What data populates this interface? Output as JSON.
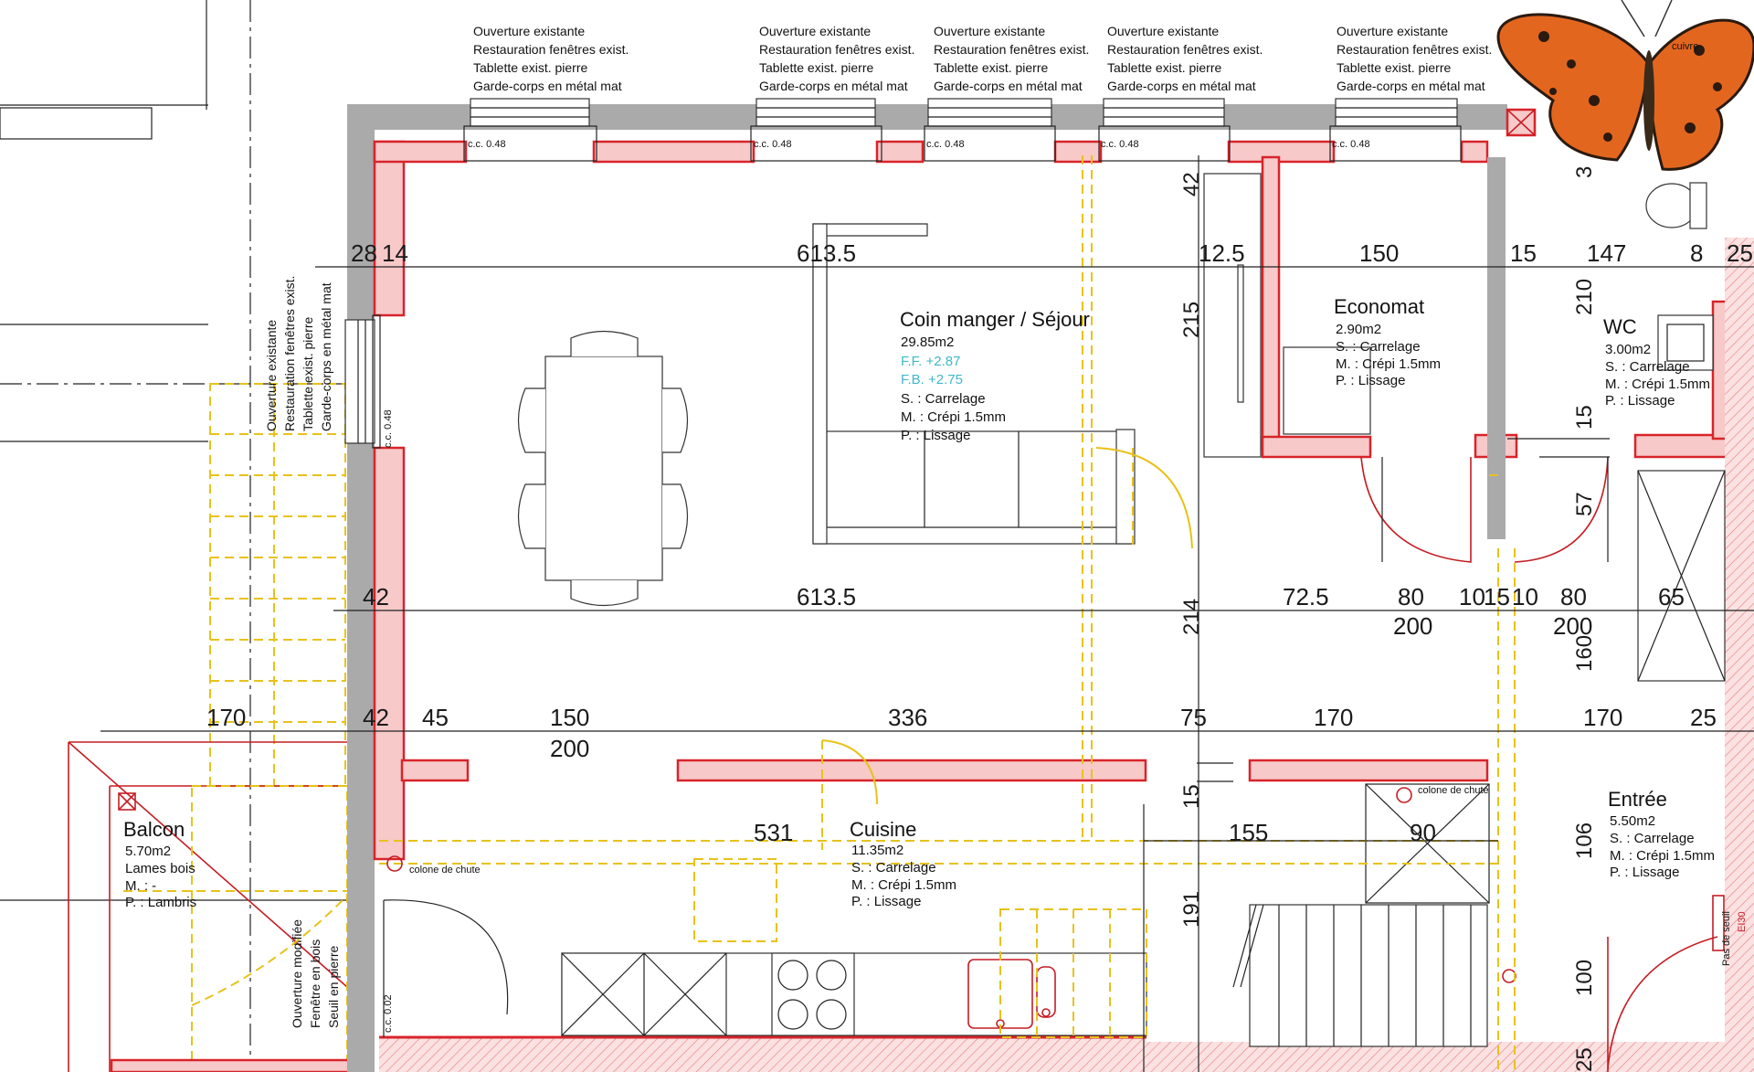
{
  "notes": {
    "window_note": [
      "Ouverture existante",
      "Restauration fenêtres exist.",
      "Tablette exist. pierre",
      "Garde-corps en métal mat"
    ],
    "left_window_note": [
      "Ouverture existante",
      "Restauration fenêtres exist.",
      "Tablette exist. pierre",
      "Garde-corps en métal mat"
    ],
    "balcony_door_note": [
      "Ouverture modifiée",
      "Fenêtre en bois",
      "Seuil en pierre"
    ],
    "cuivre": "cuivre",
    "colone_de_chute": "colone de chute",
    "pas_de_seuil": "Pas de seuil",
    "cc_048": "c.c. 0.48",
    "cc_002": "c.c. 0.02",
    "ei30": "EI30"
  },
  "rooms": {
    "sejour": {
      "name": "Coin manger / Séjour",
      "area": "29.85m2",
      "ff": "F.F. +2.87",
      "fb": "F.B. +2.75",
      "s": "S. : Carrelage",
      "m": "M. : Crépi 1.5mm",
      "p": "P. : Lissage"
    },
    "economat": {
      "name": "Economat",
      "area": "2.90m2",
      "s": "S. : Carrelage",
      "m": "M. : Crépi 1.5mm",
      "p": "P. : Lissage"
    },
    "wc": {
      "name": "WC",
      "area": "3.00m2",
      "s": "S. : Carrelage",
      "m": "M. : Crépi 1.5mm",
      "p": "P. : Lissage"
    },
    "balcon": {
      "name": "Balcon",
      "area": "5.70m2",
      "s": "Lames bois",
      "m": "M. : -",
      "p": "P. : Lambris"
    },
    "cuisine": {
      "name": "Cuisine",
      "area": "11.35m2",
      "s": "S. : Carrelage",
      "m": "M. : Crépi 1.5mm",
      "p": "P. : Lissage"
    },
    "entree": {
      "name": "Entrée",
      "area": "5.50m2",
      "s": "S. : Carrelage",
      "m": "M. : Crépi 1.5mm",
      "p": "P. : Lissage"
    }
  },
  "dims": {
    "row1": [
      "28",
      "14",
      "613.5",
      "12.5",
      "150",
      "15",
      "147",
      "8",
      "25"
    ],
    "row2": [
      "42",
      "613.5",
      "72.5",
      "80",
      "10",
      "15",
      "10",
      "80",
      "65"
    ],
    "row2_below": [
      "200",
      "200"
    ],
    "row3": [
      "170",
      "42",
      "45",
      "150",
      "336",
      "75",
      "170",
      "170",
      "25"
    ],
    "row3_below": [
      "200"
    ],
    "row4": [
      "531",
      "155",
      "90"
    ],
    "vert": [
      "42",
      "215",
      "210",
      "15",
      "57",
      "214",
      "160",
      "15",
      "106",
      "191",
      "100",
      "3",
      "25"
    ]
  },
  "colors": {
    "wall_fill": "#f7c9c9",
    "wall_stroke": "#d8242a",
    "dashed_yellow": "#e8c21a",
    "teal_text": "#3fb8c8"
  }
}
